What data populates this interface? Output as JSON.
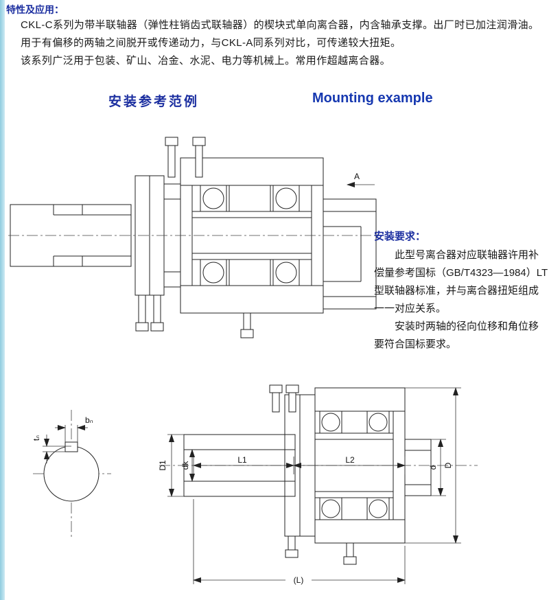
{
  "intro": {
    "heading": "特性及应用：",
    "lines": [
      "CKL-C系列为带半联轴器（弹性柱销齿式联轴器）的楔块式单向离合器，内含轴承支撑。出厂时已加注润滑油。",
      "用于有偏移的两轴之间脱开或传递动力，与CKL-A同系列对比，可传递较大扭矩。",
      "该系列广泛用于包装、矿山、冶金、水泥、电力等机械上。常用作超越离合器。"
    ]
  },
  "headings": {
    "cn": "安装参考范例",
    "en": "Mounting example"
  },
  "install_notes": {
    "title": "安装要求：",
    "para1": "此型号离合器对应联轴器许用补偿量参考国标（GB/T4323—1984）LT型联轴器标准，并与离合器扭矩组成一一对应关系。",
    "para2": "安装时两轴的径向位移和角位移要符合国标要求。"
  },
  "drawing_labels": {
    "view_arrow": "A",
    "key_width": "bₙ",
    "key_depth": "tₙ",
    "L1": "L1",
    "L2": "L2",
    "D1": "D1",
    "dk": "dk",
    "d": "d",
    "D": "D",
    "total_length": "(L)"
  },
  "colors": {
    "heading_blue": "#1c2fa0",
    "heading_blue_en": "#1638b0",
    "body_text": "#1a1a1a",
    "edge_strip": "#8fccdf",
    "drawing_line": "#222222"
  }
}
